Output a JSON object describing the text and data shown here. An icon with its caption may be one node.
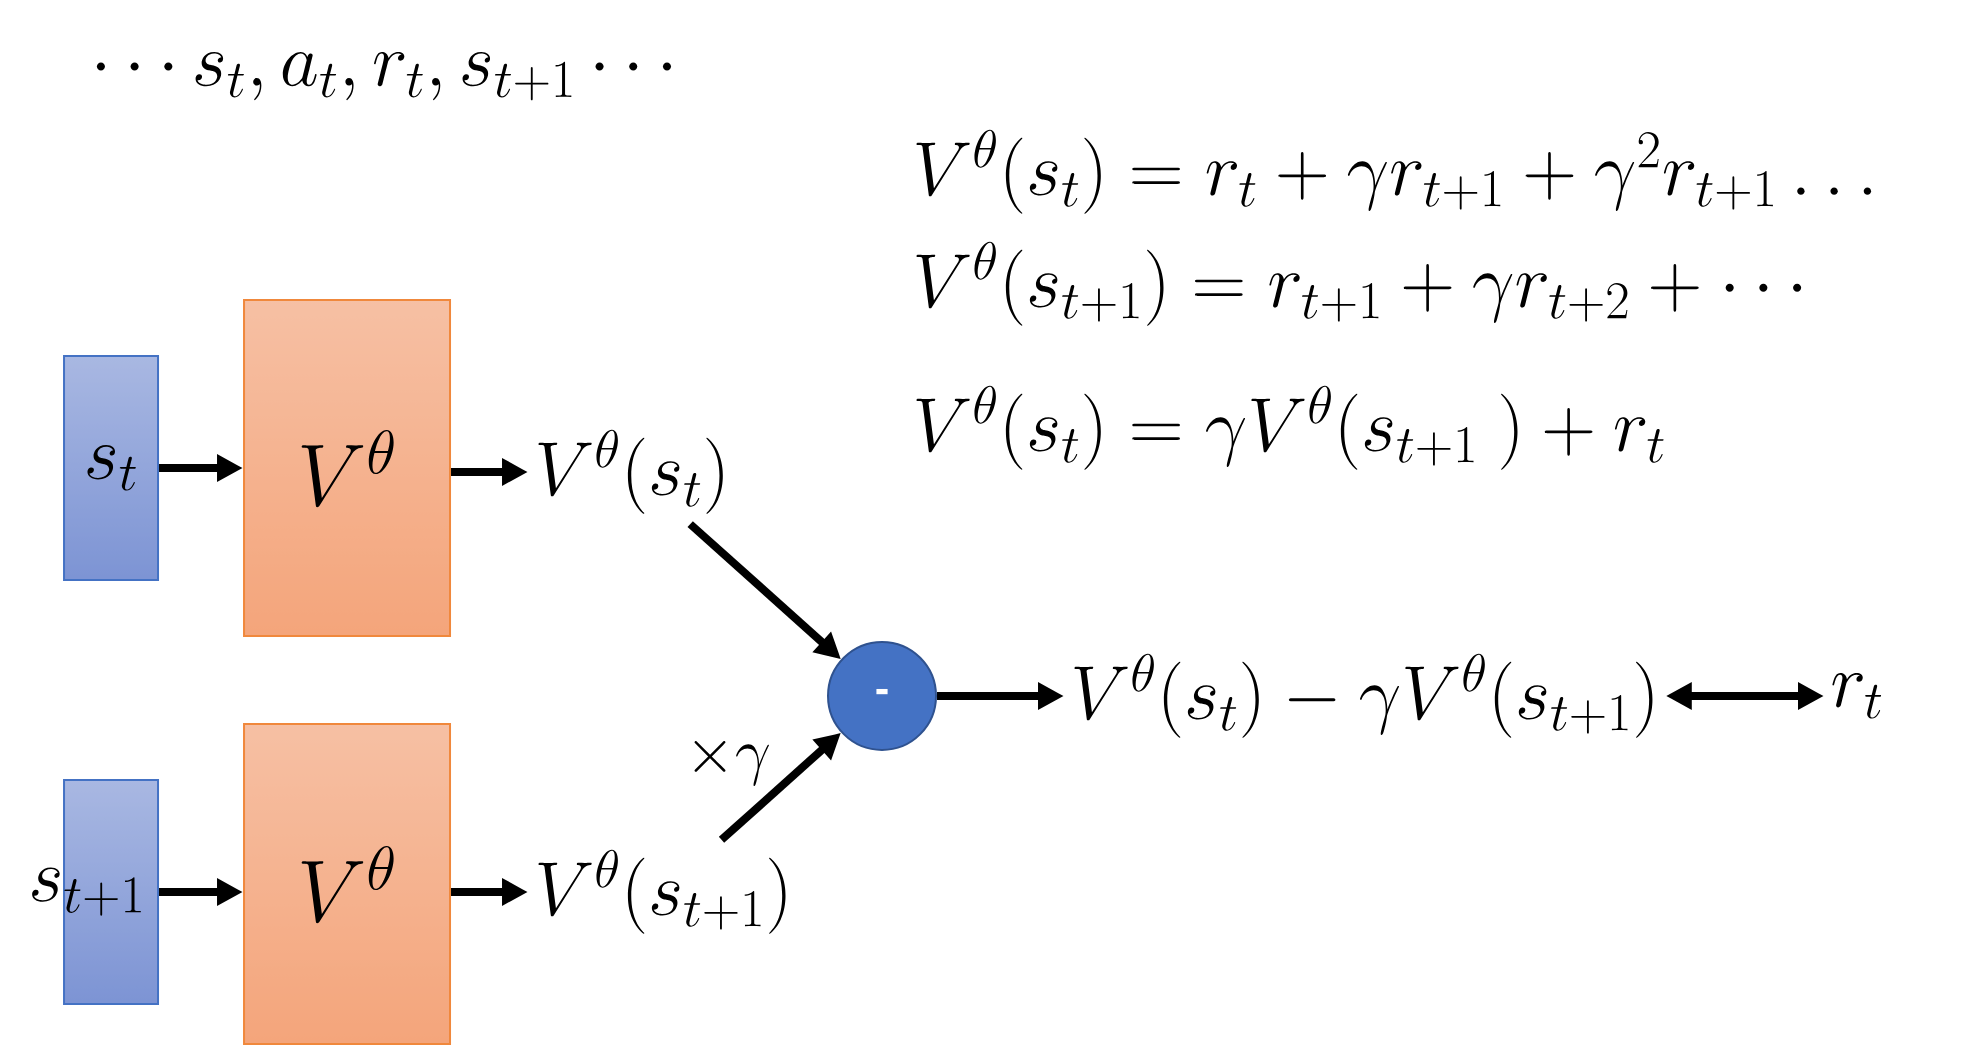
{
  "diagram": {
    "nodes": [
      {
        "text": [
          "s_t"
        ]
      },
      {
        "text": [
          "V^\\theta"
        ]
      },
      {
        "text": [
          "V^\\theta(s_t)"
        ]
      },
      {
        "text": [
          "s_{t+1}"
        ]
      },
      {
        "text": [
          "V^\\theta"
        ]
      },
      {
        "text": [
          "V^\\theta(s_{t+1})"
        ]
      },
      {
        "text": [
          "-"
        ]
      },
      {
        "text": [
          "V^\\theta(s_t)-\\gamma V^\\theta(s_{t+1})"
        ]
      },
      {
        "text": [
          "r_t"
        ]
      }
    ],
    "edges": [
      {
        "from": 0,
        "to": 1,
        "arrow": "to"
      },
      {
        "from": 1,
        "to": 2,
        "arrow": "to"
      },
      {
        "from": 2,
        "to": 6,
        "arrow": "to"
      },
      {
        "from": 3,
        "to": 4,
        "arrow": "to"
      },
      {
        "from": 4,
        "to": 5,
        "arrow": "to"
      },
      {
        "from": 5,
        "to": 6,
        "arrow": "to",
        "label": "\\times\\gamma"
      },
      {
        "from": 6,
        "to": 7,
        "arrow": "to"
      },
      {
        "from": 7,
        "to": 8,
        "arrow": "both"
      }
    ],
    "labels": [
      "\\cdots s_t, a_t, r_t, s_{t+1} \\cdots",
      "V^\\theta(s_t)=r_t+\\gamma r_{t+1}+\\gamma^2 r_{t+1} \\ldots",
      "V^\\theta(s_{t+1})=r_{t+1}+\\gamma r_{t+2}+\\cdots",
      "V^\\theta(s_t)=\\gamma V^\\theta(s_{t+1}\\ )+r_t"
    ]
  }
}
